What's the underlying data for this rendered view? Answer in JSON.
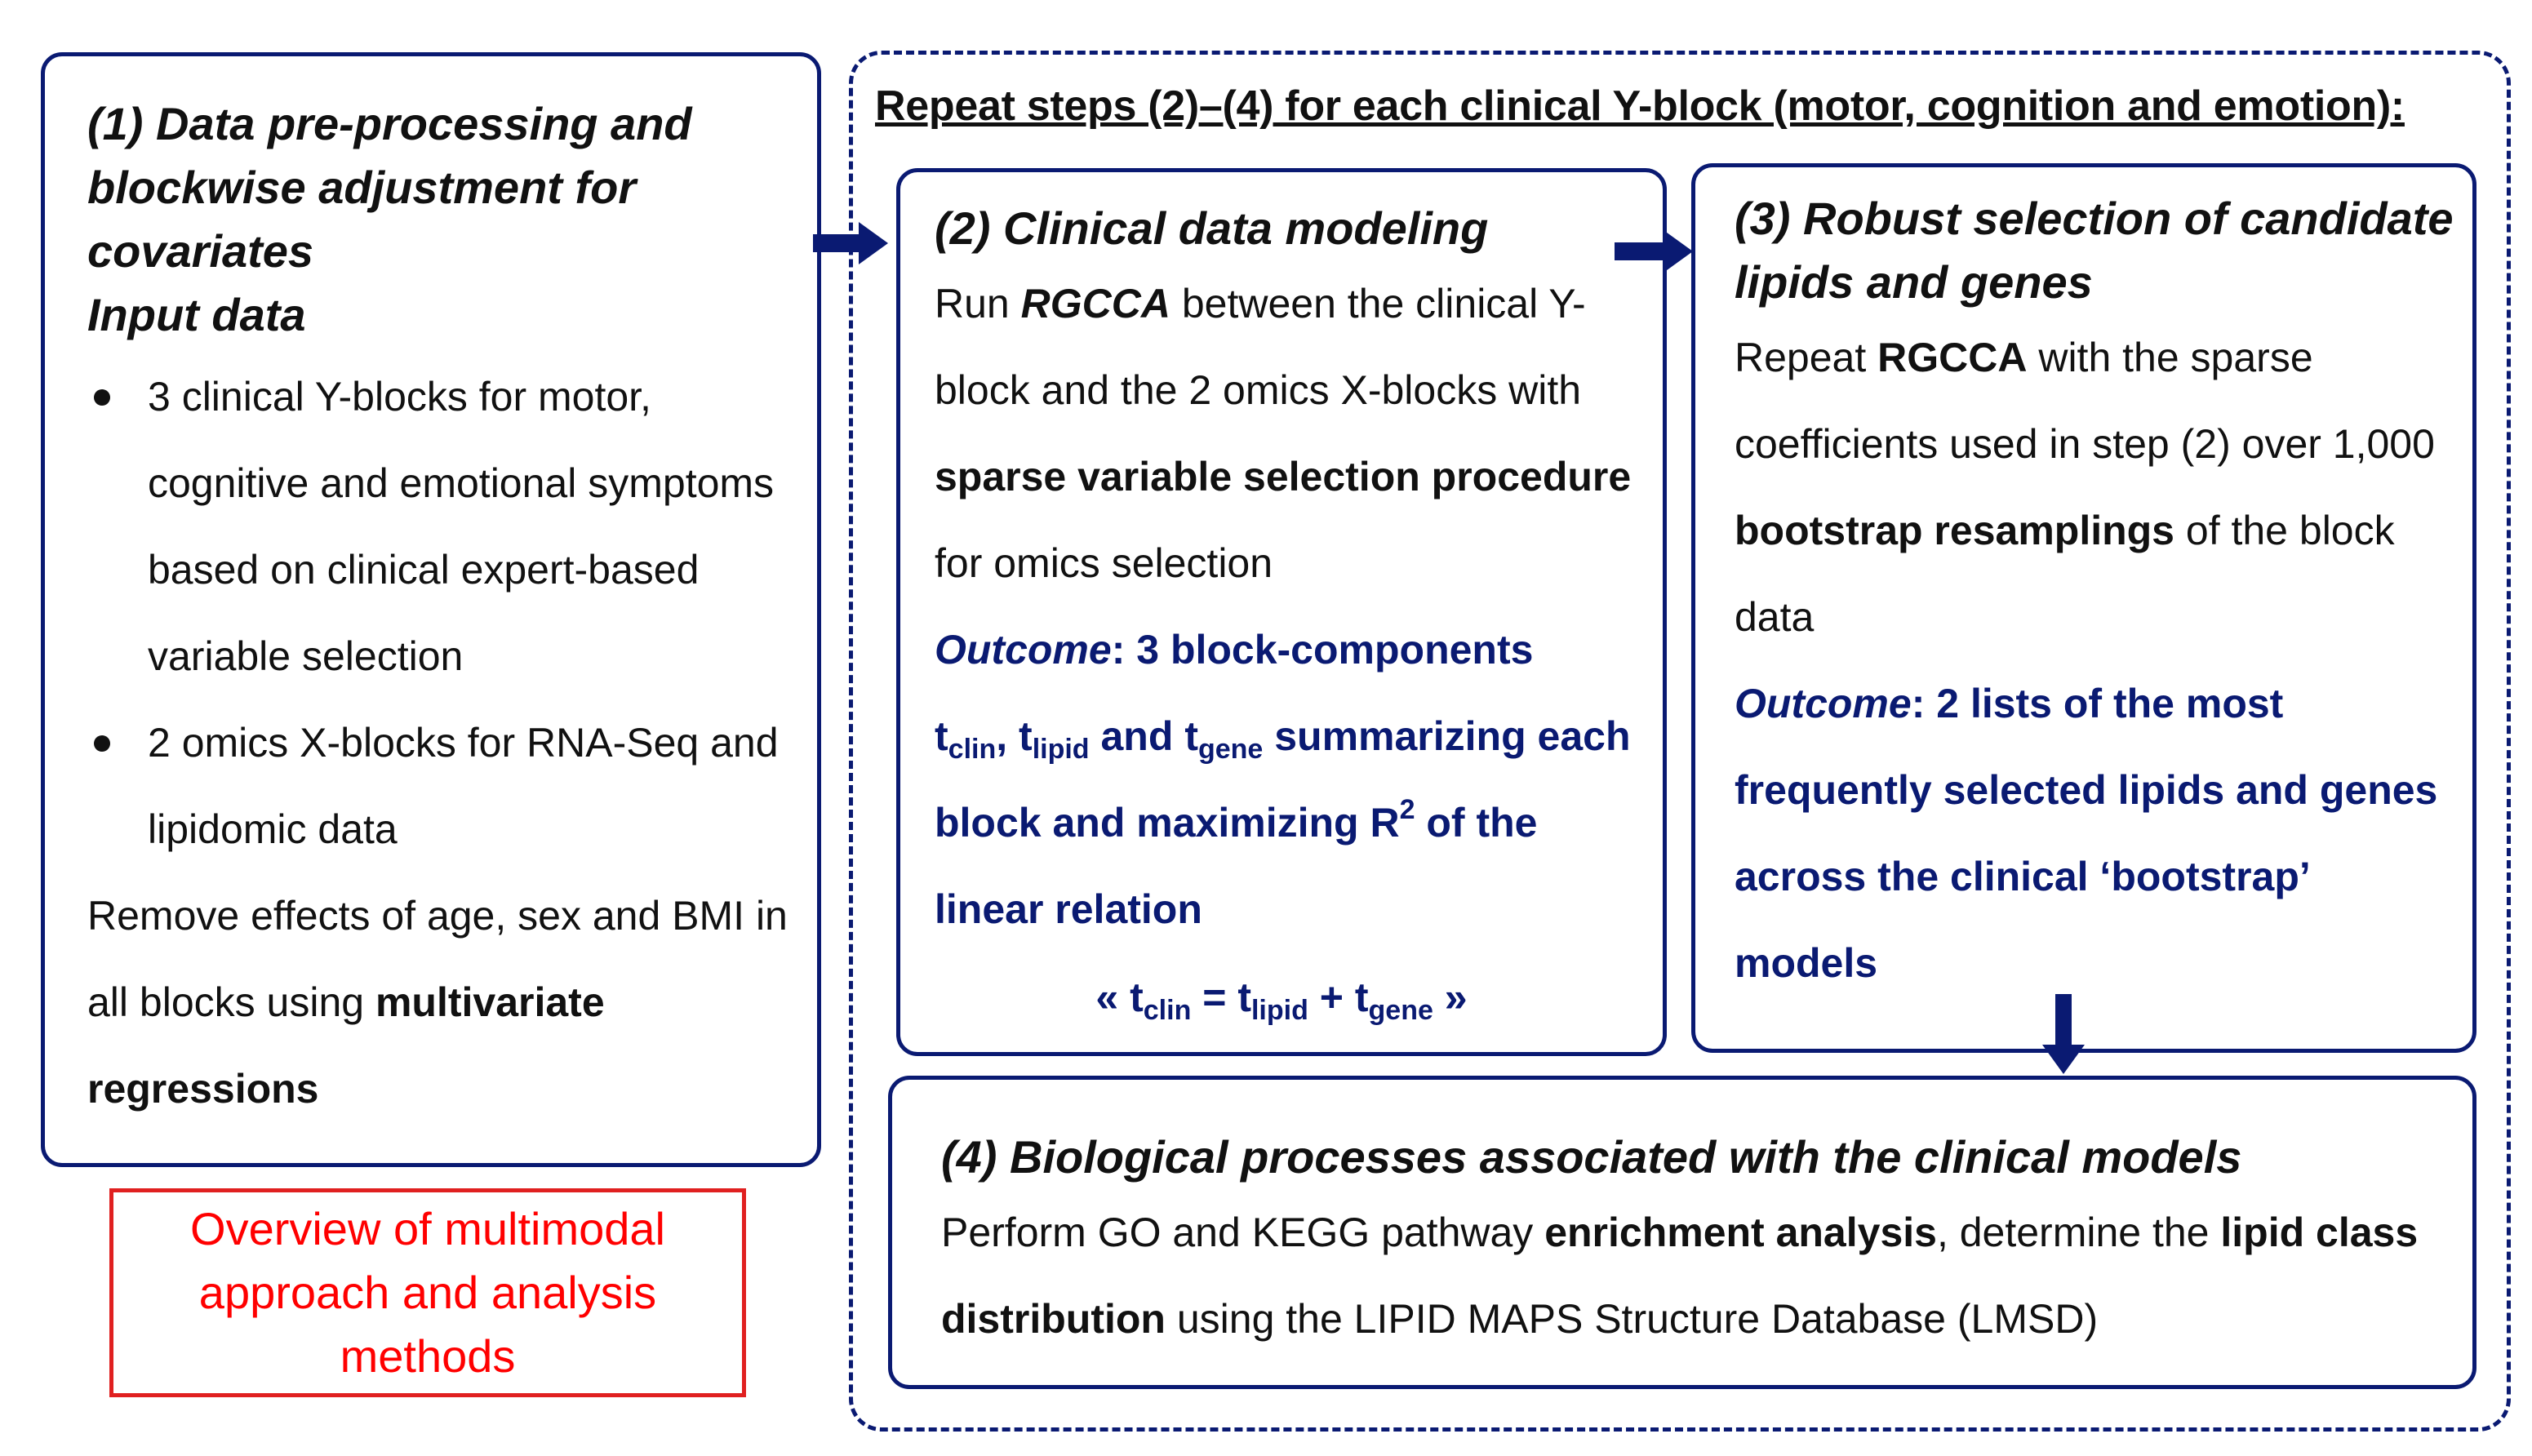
{
  "overview_label": "Overview of multimodal approach and analysis methods",
  "step1": {
    "title": "(1) Data pre-processing and blockwise adjustment for covariates",
    "subtitle": "Input data",
    "bullets": [
      "3 clinical Y-blocks for motor, cognitive and emotional symptoms based on clinical expert-based variable selection",
      "2 omics X-blocks for RNA-Seq and lipidomic data"
    ],
    "remove_text": "Remove effects of age, sex and BMI in all blocks using ",
    "remove_bold": "multivariate regressions"
  },
  "repeat_header": "Repeat steps (2)–(4) for each clinical Y-block (motor, cognition and emotion):",
  "step2": {
    "title": "(2) Clinical data modeling",
    "p1": "Run ",
    "p1_bold": "RGCCA",
    "p2": " between the clinical Y-block and the 2 omics X-blocks with ",
    "p2_bold": "sparse variable selection procedure",
    "p3": " for omics selection",
    "outcome_label": "Outcome",
    "outcome_a": ": 3 block-components",
    "t": "t",
    "sub_clin": "clin",
    "sub_lipid": "lipid",
    "sub_gene": "gene",
    "comma": ",",
    "and": "and",
    "outcome_b": "summarizing each block and maximizing R",
    "sup2": "2",
    "outcome_c": " of the linear relation",
    "formula_open": "« ",
    "equals": " = ",
    "plus": " + ",
    "formula_close": " »"
  },
  "step3": {
    "title": "(3) Robust selection of candidate lipids and genes",
    "p1": "Repeat ",
    "p1_bold": "RGCCA",
    "p2": " with the sparse coefficients used in step (2) over 1,000 ",
    "p2_bold": "bootstrap resamplings",
    "p3": " of the block data",
    "outcome_label": "Outcome",
    "outcome_text": ": 2 lists of the most frequently selected lipids and genes across the clinical ‘bootstrap’ models"
  },
  "step4": {
    "title": "(4) Biological processes associated with the clinical models",
    "p1": "Perform GO and KEGG pathway ",
    "p1_bold": "enrichment analysis",
    "p2": ", determine the ",
    "p2_bold": "lipid class distribution",
    "p3": " using the LIPID MAPS Structure Database (LMSD)"
  },
  "colors": {
    "navy": "#0a1a72",
    "red": "#ff0000",
    "text": "#111111"
  }
}
